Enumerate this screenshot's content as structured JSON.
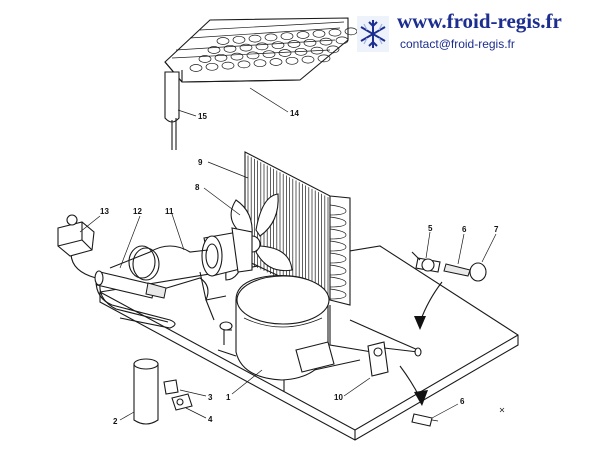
{
  "branding": {
    "site": "www.froid-regis.fr",
    "contact": "contact@froid-regis.fr",
    "logo_icon": "snowflake-icon",
    "color": "#1c2e8f"
  },
  "labels": {
    "l1": "1",
    "l2": "2",
    "l3": "3",
    "l4": "4",
    "l5": "5",
    "l6a": "6",
    "l6b": "6",
    "l7": "7",
    "l8": "8",
    "l9": "9",
    "l10": "10",
    "l11": "11",
    "l12": "12",
    "l13": "13",
    "l14": "14",
    "l15": "15"
  }
}
